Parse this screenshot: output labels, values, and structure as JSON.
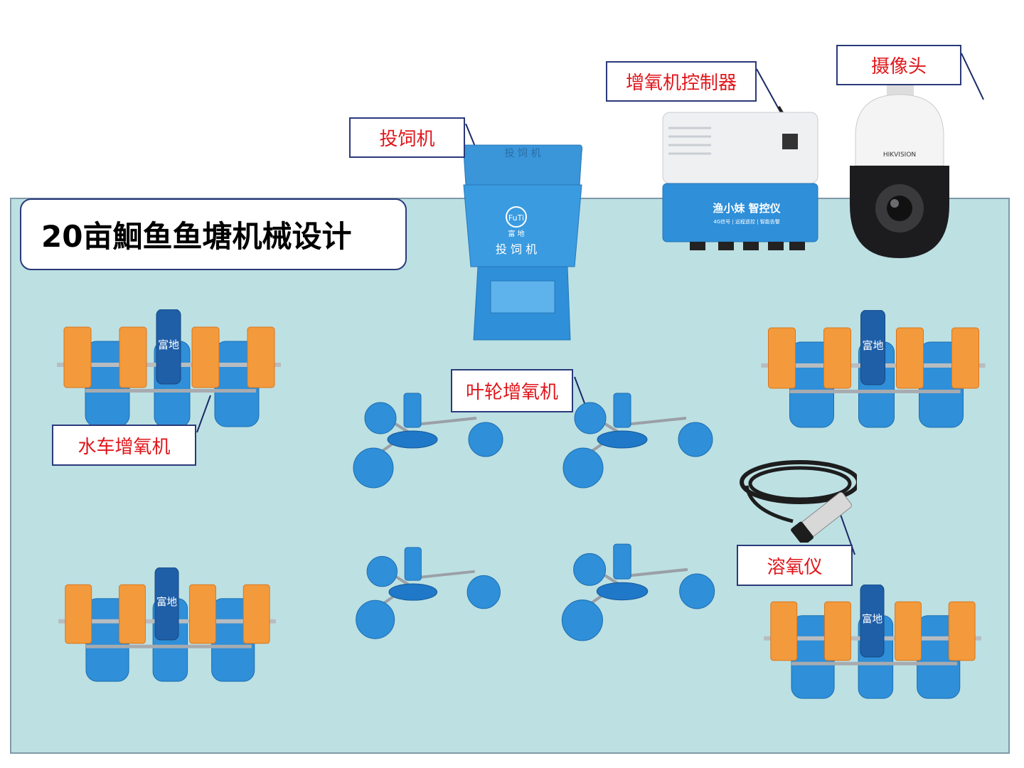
{
  "title": "20亩鮰鱼鱼塘机械设计",
  "labels": {
    "feeder": "投饲机",
    "controller": "增氧机控制器",
    "camera": "摄像头",
    "impeller": "叶轮增氧机",
    "paddlewheel": "水车增氧机",
    "oxygen_meter": "溶氧仪"
  },
  "device_text": {
    "feeder_lid": "投 饲 机",
    "feeder_brand": "富 地",
    "feeder_logo": "FuTi",
    "feeder_name": "投 饲 机",
    "controller_brand": "渔小妹 智控仪",
    "controller_sub": "4G信号 | 远程遥控 | 智能告警",
    "camera_brand": "HIKVISION",
    "paddle_brand": "富地"
  },
  "colors": {
    "pond": "#bde0e3",
    "label_text": "#e0161b",
    "label_border": "#2a3a7a",
    "device_blue": "#2f8fd8",
    "paddle_orange": "#f39a3c"
  }
}
